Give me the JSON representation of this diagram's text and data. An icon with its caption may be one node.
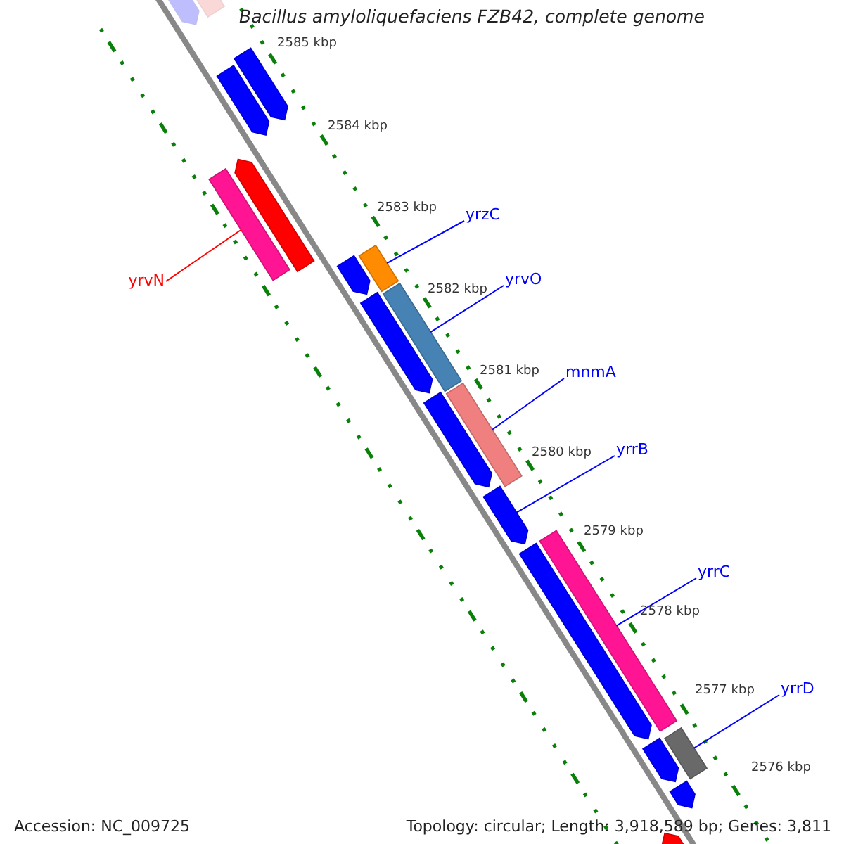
{
  "diagram": {
    "title": "Bacillus amyloliquefaciens FZB42, complete genome",
    "nodes": [
      {
        "text": [],
        "shape": "arrow"
      },
      {
        "text": [],
        "shape": "arrow"
      },
      {
        "text": [],
        "shape": "arrow"
      },
      {
        "text": [],
        "shape": "arrow"
      },
      {
        "text": [],
        "shape": "arrow"
      },
      {
        "text": [],
        "shape": "arrow"
      },
      {
        "text": [
          "yrvN"
        ]
      },
      {
        "text": [],
        "shape": "arrow"
      },
      {
        "text": [
          "yrzC"
        ]
      },
      {
        "text": [],
        "shape": "arrow"
      },
      {
        "text": [],
        "shape": "arrow"
      },
      {
        "text": [
          "yrvO"
        ]
      },
      {
        "text": [],
        "shape": "arrow"
      },
      {
        "text": [],
        "shape": "arrow"
      },
      {
        "text": [
          "mnmA"
        ]
      },
      {
        "text": [],
        "shape": "arrow"
      },
      {
        "text": [],
        "shape": "arrow"
      },
      {
        "text": [
          "yrrB"
        ]
      },
      {
        "text": [],
        "shape": "arrow"
      },
      {
        "text": [
          "yrrC"
        ]
      },
      {
        "text": [],
        "shape": "arrow"
      },
      {
        "text": [],
        "shape": "arrow"
      },
      {
        "text": [
          "yrrD"
        ]
      },
      {
        "text": [],
        "shape": "arrow"
      },
      {
        "text": [],
        "shape": "arrow"
      },
      {
        "text": [],
        "shape": "arrow"
      }
    ],
    "edges": [
      {
        "from": 6,
        "to": 5,
        "arrow": "none",
        "color": "#ff0000"
      },
      {
        "from": 8,
        "to": 7,
        "arrow": "none"
      },
      {
        "from": 11,
        "to": 10,
        "arrow": "none"
      },
      {
        "from": 14,
        "to": 13,
        "arrow": "none"
      },
      {
        "from": 17,
        "to": 16,
        "arrow": "none"
      },
      {
        "from": 19,
        "to": 18,
        "arrow": "none"
      },
      {
        "from": 22,
        "to": 21,
        "arrow": "none"
      }
    ],
    "labels": [
      "2585 kbp",
      "2584 kbp",
      "2583 kbp",
      "2582 kbp",
      "2581 kbp",
      "2580 kbp",
      "2579 kbp",
      "2578 kbp",
      "2577 kbp",
      "2576 kbp",
      "Accession: NC_009725",
      "Topology: circular; Length: 3,918,589 bp; Genes: 3,811"
    ]
  }
}
